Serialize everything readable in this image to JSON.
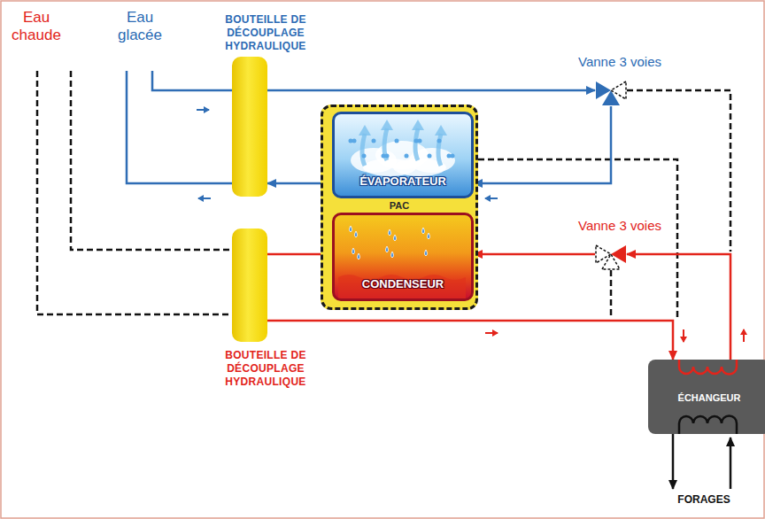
{
  "diagram": {
    "nodes": [
      {
        "text": [
          "BOUTEILLE DE DÉCOUPLAGE HYDRAULIQUE"
        ]
      },
      {
        "text": [
          "PAC"
        ]
      },
      {
        "text": [
          "ÉVAPORATEUR"
        ],
        "in": 1
      },
      {
        "text": [
          "CONDENSEUR"
        ],
        "in": 1
      },
      {
        "text": [
          "Vanne 3 voies"
        ]
      },
      {
        "text": [
          "BOUTEILLE DE DÉCOUPLAGE HYDRAULIQUE"
        ]
      },
      {
        "text": [
          "Vanne 3 voies"
        ]
      },
      {
        "text": [
          "ÉCHANGEUR"
        ]
      }
    ],
    "edges": [
      {
        "from": 0,
        "to": 4,
        "arrow": "to"
      },
      {
        "from": 4,
        "to": 2,
        "arrow": "to"
      },
      {
        "from": 2,
        "to": 0,
        "arrow": "to"
      },
      {
        "from": 3,
        "to": 5,
        "arrow": "none"
      },
      {
        "from": 6,
        "to": 3,
        "arrow": "to"
      },
      {
        "from": 5,
        "to": 7,
        "arrow": "to"
      },
      {
        "from": 7,
        "to": 6,
        "arrow": "to"
      }
    ],
    "labels": [
      "Eau chaude",
      "Eau glacée",
      "FORAGES"
    ]
  }
}
